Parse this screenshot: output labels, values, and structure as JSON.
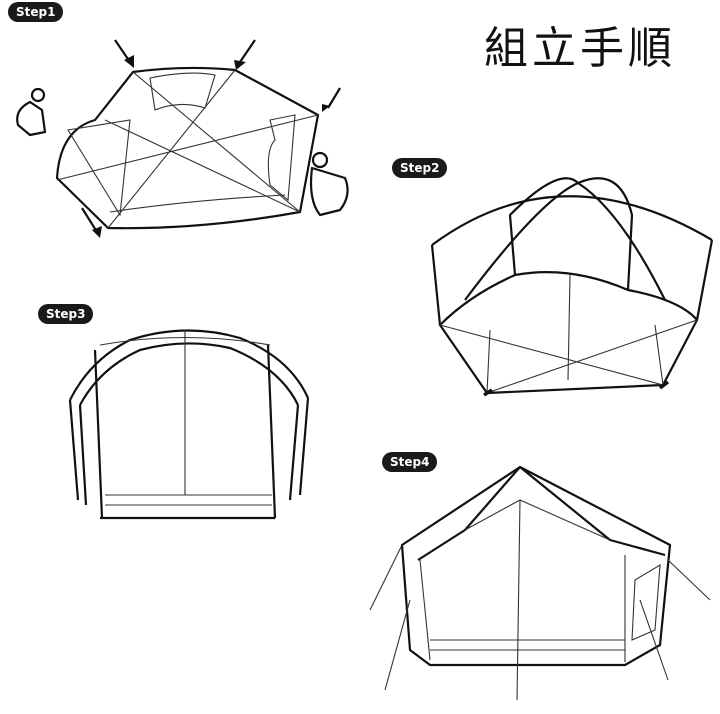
{
  "title": "組立手順",
  "steps": [
    {
      "label": "Step1"
    },
    {
      "label": "Step2"
    },
    {
      "label": "Step3"
    },
    {
      "label": "Step4"
    }
  ]
}
